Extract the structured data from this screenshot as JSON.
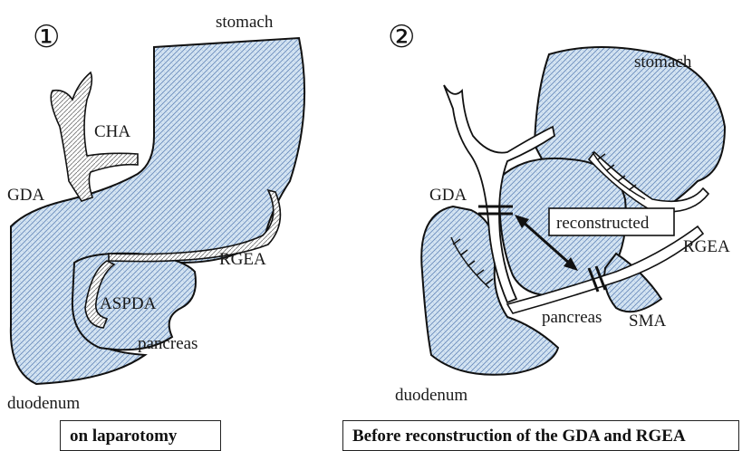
{
  "panel1": {
    "number": "①",
    "labels": {
      "stomach": "stomach",
      "cha": "CHA",
      "gda": "GDA",
      "rgea": "RGEA",
      "aspda": "ASPDA",
      "pancreas": "pancreas",
      "duodenum": "duodenum"
    },
    "caption": "on laparotomy"
  },
  "panel2": {
    "number": "②",
    "labels": {
      "stomach": "stomach",
      "gda": "GDA",
      "reconstructed": "reconstructed",
      "rgea": "RGEA",
      "pancreas": "pancreas",
      "sma": "SMA",
      "duodenum": "duodenum"
    },
    "caption": "Before reconstruction of the GDA and RGEA"
  },
  "colors": {
    "organ_fill": "#d4e4f2",
    "hatch": "#5a7fb0",
    "outline": "#111111"
  }
}
